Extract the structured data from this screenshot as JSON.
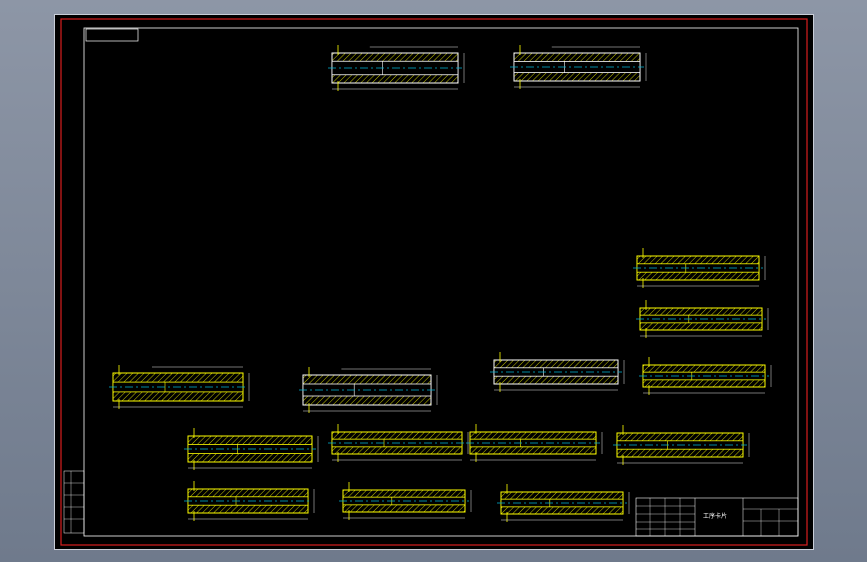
{
  "colors": {
    "sheet": "#000000",
    "frame": "#d81e1e",
    "border_inner": "#ffffff",
    "outline": "#ffffff",
    "yellow": "#ffff00",
    "hatch": "#c8c800",
    "center_line": "#00b4d8",
    "dim": "#e8e8e8",
    "titleblock": "#ffffff"
  },
  "icons": [
    "part-section-view",
    "hatch-pattern",
    "center-line",
    "dimension-line"
  ],
  "title_block": {
    "title": "工序卡片",
    "drawing_no": "",
    "scale": "",
    "sheet": ""
  },
  "left_stamp": {
    "rows": [
      "",
      "",
      "",
      "",
      ""
    ]
  }
}
